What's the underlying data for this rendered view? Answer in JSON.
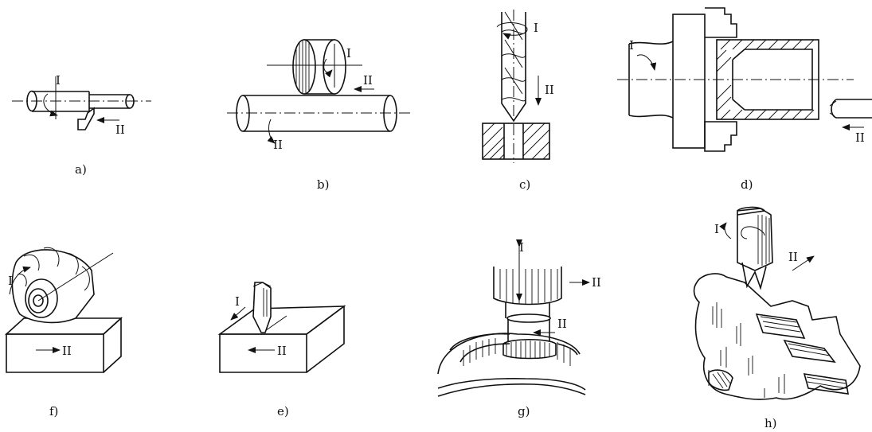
{
  "colors": {
    "ink": "#111111",
    "background": "#ffffff"
  },
  "motion_labels": {
    "primary": "I",
    "feed": "II"
  },
  "panels": [
    {
      "id": "a",
      "caption": "a)"
    },
    {
      "id": "b",
      "caption": "b)"
    },
    {
      "id": "c",
      "caption": "c)"
    },
    {
      "id": "d",
      "caption": "d)"
    },
    {
      "id": "f",
      "caption": "f)"
    },
    {
      "id": "e",
      "caption": "e)"
    },
    {
      "id": "g",
      "caption": "g)"
    },
    {
      "id": "h",
      "caption": "h)"
    }
  ]
}
